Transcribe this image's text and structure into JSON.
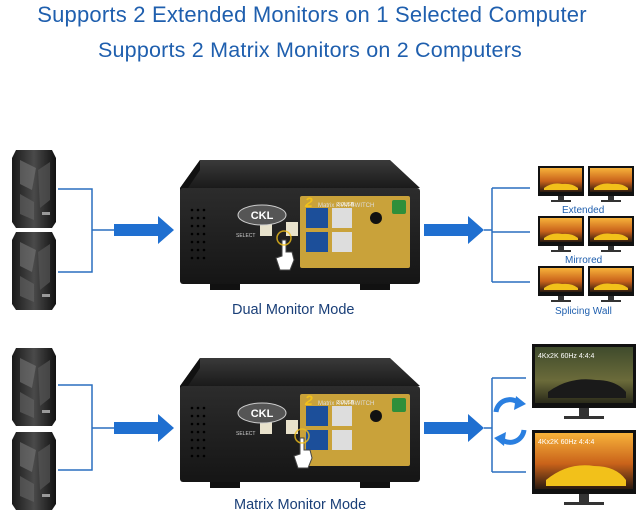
{
  "headline_1": "Supports 2 Extended Monitors on 1 Selected Computer",
  "headline_2": "Supports 2 Matrix Monitors on 2 Computers",
  "mode_top": "Dual Monitor Mode",
  "mode_bottom": "Matrix Monitor Mode",
  "labels": {
    "extended": "Extended",
    "mirrored": "Mirrored",
    "splicing": "Splicing Wall"
  },
  "device": {
    "brand": "CKL",
    "model_prefix": "2",
    "model_title": "Matrix KVM SWITCH",
    "select_label": "SELECT",
    "usb_label": "3.0USB",
    "monitor_overlay_top": "4Kx2K 60Hz 4:4:4",
    "monitor_overlay_bottom": "4Kx2K 60Hz 4:4:4"
  },
  "colors": {
    "headline": "#1f5fae",
    "arrow": "#1f6fd0",
    "line": "#2a6fbf",
    "device_body": "#2b2b2b",
    "panel_gold": "#c9a23a"
  },
  "icons": [
    "computer-tower-icon",
    "arrow-right-icon",
    "monitor-icon",
    "hand-pointer-icon",
    "refresh-arrows-icon",
    "usb-port-icon",
    "mic-icon",
    "speaker-icon"
  ]
}
